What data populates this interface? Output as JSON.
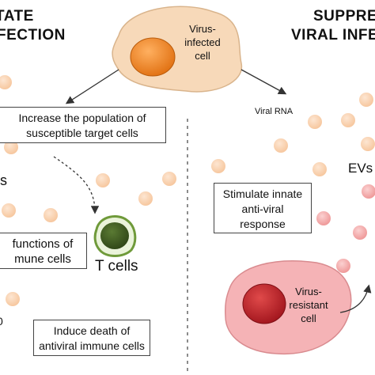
{
  "headers": {
    "left_top": "TATE",
    "left_bottom": "FECTION",
    "right_top": "SUPPRE",
    "right_bottom": "VIRAL INFE"
  },
  "cells": {
    "infected": [
      "Virus-",
      "infected",
      "cell"
    ],
    "resistant": [
      "Virus-",
      "resistant",
      "cell"
    ],
    "t_cells": "T cells"
  },
  "labels": {
    "viral_rna": "Viral RNA",
    "evs": "EVs",
    "left_s": "s",
    "left_zero": "0"
  },
  "boxes": {
    "increase": [
      "Increase the population of",
      "susceptible target cells"
    ],
    "functions": [
      "functions of",
      "mune cells"
    ],
    "death": [
      "Induce death of",
      "antiviral immune cells"
    ],
    "innate": [
      "Stimulate innate",
      "anti-viral",
      "response"
    ]
  },
  "colors": {
    "cell_fill": "#f7d9b9",
    "nucleus_orange": "#f08a1e",
    "ev_peach": "#f9d0ac",
    "ev_pink": "#f4a9a9",
    "resistant_fill": "#f5b3b6",
    "nucleus_red": "#c4262e",
    "tcell_green": "#6f9a3a"
  }
}
